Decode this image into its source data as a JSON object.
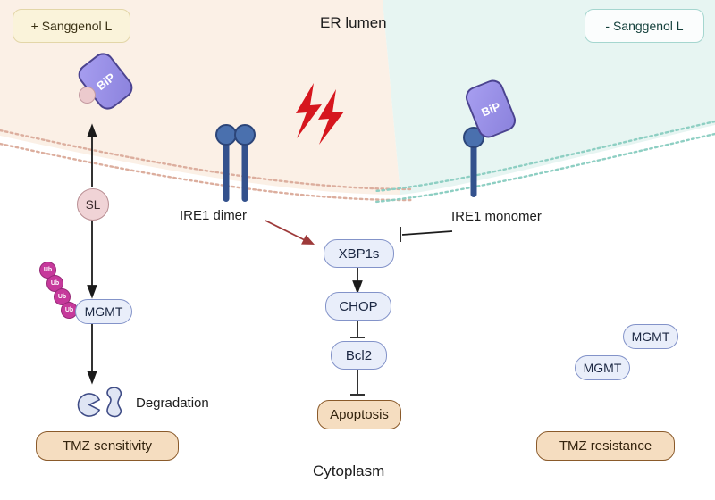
{
  "badges": {
    "plus_sanggenol": "+ Sanggenol L",
    "minus_sanggenol": "- Sanggenol L"
  },
  "regions": {
    "er_lumen": "ER lumen",
    "cytoplasm": "Cytoplasm"
  },
  "receptors": {
    "ire1_dimer_label": "IRE1 dimer",
    "ire1_monomer_label": "IRE1 monomer",
    "bip_left_label": "BiP",
    "bip_right_label": "BiP",
    "sl_label": "SL",
    "ub_label": "Ub"
  },
  "pathway": {
    "xbp1s": "XBP1s",
    "chop": "CHOP",
    "bcl2": "Bcl2",
    "apoptosis": "Apoptosis"
  },
  "left_branch": {
    "mgmt": "MGMT",
    "degradation": "Degradation",
    "tmz_sensitivity": "TMZ sensitivity"
  },
  "right_branch": {
    "mgmt_1": "MGMT",
    "mgmt_2": "MGMT",
    "tmz_resistance": "TMZ resistance"
  },
  "colors": {
    "warm_bg": "#fbf0e6",
    "teal_bg": "#e7f5f2",
    "membrane_pink": "#dcae9e",
    "membrane_teal": "#8ecfc3",
    "receptor_blue": "#33518d",
    "receptor_head": "#4a70ae",
    "bip_purple": "#958ce4",
    "bolt_red": "#d6161e",
    "arrow_red": "#9e3a3a",
    "node_blue_fill": "#e9eefa",
    "node_blue_border": "#8393c9",
    "tan_fill": "#f5ddc0",
    "tan_border": "#8a5a2a",
    "ub_magenta": "#c6399b",
    "sl_pink": "#f0d3d6"
  }
}
